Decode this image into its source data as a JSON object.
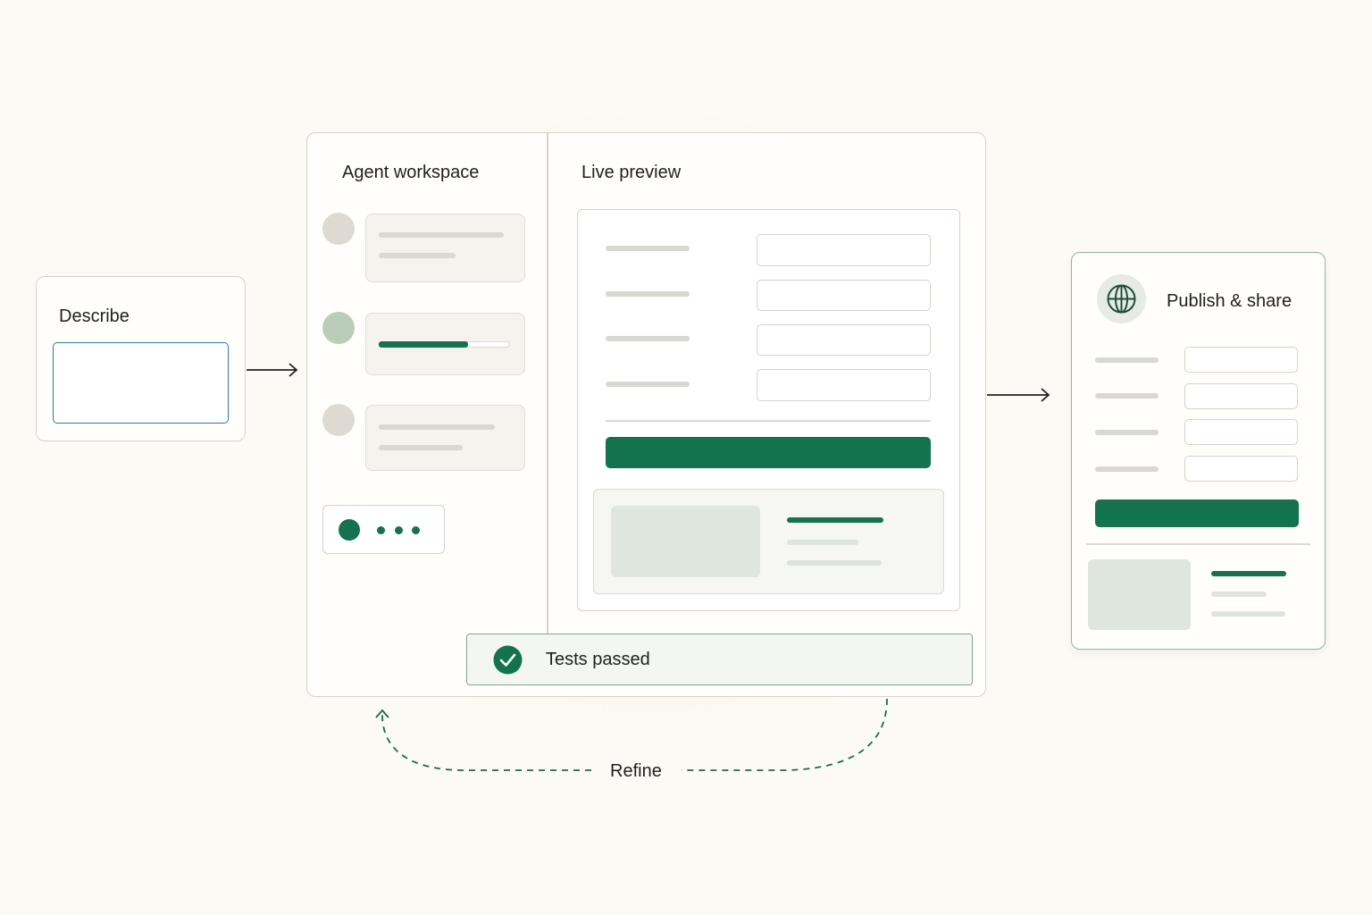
{
  "describe": {
    "title": "Describe",
    "input_value": "",
    "input_border_color": "#2f6fd6"
  },
  "workspace": {
    "agent_title": "Agent workspace",
    "preview_title": "Live preview",
    "progress_fraction": 0.68,
    "typing_indicator": "three-dots"
  },
  "status": {
    "text": "Tests passed",
    "icon": "check-circle-icon"
  },
  "publish": {
    "title": "Publish & share",
    "icon": "globe-icon"
  },
  "loop": {
    "label": "Refine"
  },
  "colors": {
    "accent_green": "#13734f",
    "light_green": "#b9cdb9",
    "neutral_avatar": "#dedad2",
    "describe_input_border": "#2f6fd6"
  }
}
